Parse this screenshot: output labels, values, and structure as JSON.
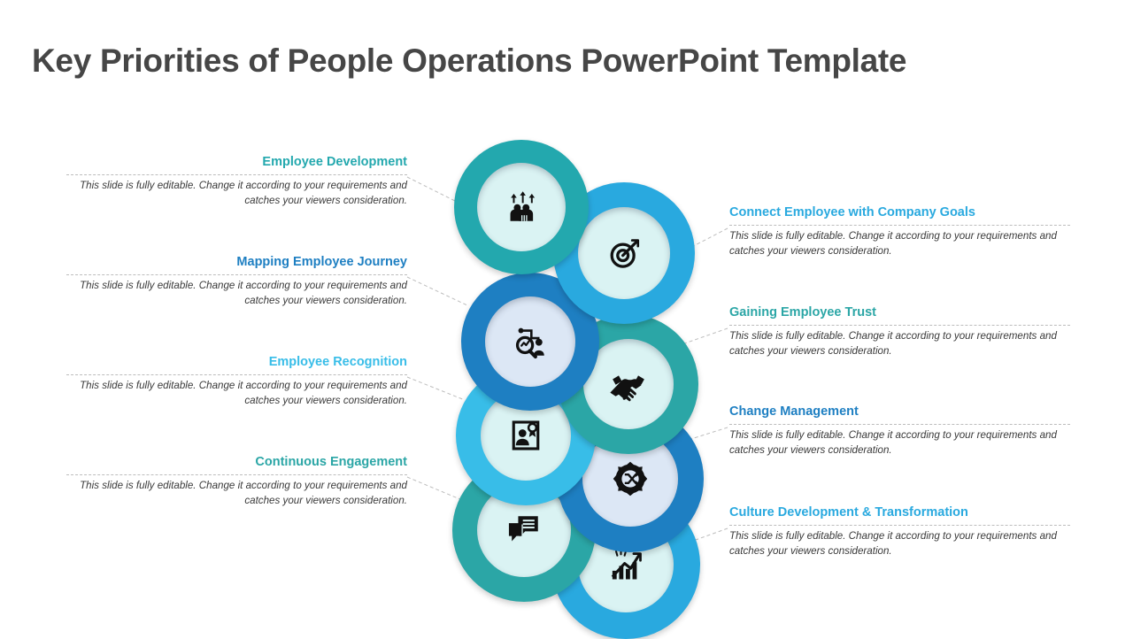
{
  "slide": {
    "title": "Key Priorities of People Operations PowerPoint Template",
    "body_text": "This slide is fully editable. Change it according to your requirements and catches your viewers consideration."
  },
  "colors": {
    "teal": "#23A8AE",
    "teal_dark": "#2BA6A6",
    "cyan": "#29A9DF",
    "cyan_light": "#38BDE8",
    "blue_dark": "#1E7FC2",
    "title_gray": "#464646",
    "body_gray": "#3a3a3a",
    "disc_cyan": "#DAF3F3",
    "disc_blue": "#DCE7F5",
    "rule_gray": "#bdbdbd"
  },
  "left_items": [
    {
      "heading": "Employee Development",
      "body": "This slide is fully editable. Change it according to your requirements and catches your viewers consideration.",
      "color": "#23A8AE",
      "icon": "team-growth-icon"
    },
    {
      "heading": "Mapping Employee Journey",
      "body": "This slide is fully editable. Change it according to your requirements and catches your viewers consideration.",
      "color": "#1E7FC2",
      "icon": "journey-map-icon"
    },
    {
      "heading": "Employee Recognition",
      "body": "This slide is fully editable. Change it according to your requirements and catches your viewers consideration.",
      "color": "#38BDE8",
      "icon": "award-certificate-icon"
    },
    {
      "heading": "Continuous Engagement",
      "body": "This slide is fully editable. Change it according to your requirements and catches your viewers consideration.",
      "color": "#2BA6A6",
      "icon": "chat-bubbles-icon"
    }
  ],
  "right_items": [
    {
      "heading": "Connect Employee with Company Goals",
      "body": "This slide is fully editable. Change it according to your requirements and catches your viewers consideration.",
      "color": "#29A9DF",
      "icon": "target-dart-icon"
    },
    {
      "heading": "Gaining Employee Trust",
      "body": "This slide is fully editable. Change it according to your requirements and catches your viewers consideration.",
      "color": "#2BA6A6",
      "icon": "handshake-icon"
    },
    {
      "heading": "Change Management",
      "body": "This slide is fully editable. Change it according to your requirements and catches your viewers consideration.",
      "color": "#1E7FC2",
      "icon": "gear-shuffle-icon"
    },
    {
      "heading": "Culture Development & Transformation",
      "body": "This slide is fully editable. Change it according to your requirements and catches your viewers consideration.",
      "color": "#29A9DF",
      "icon": "growth-chart-icon"
    }
  ]
}
